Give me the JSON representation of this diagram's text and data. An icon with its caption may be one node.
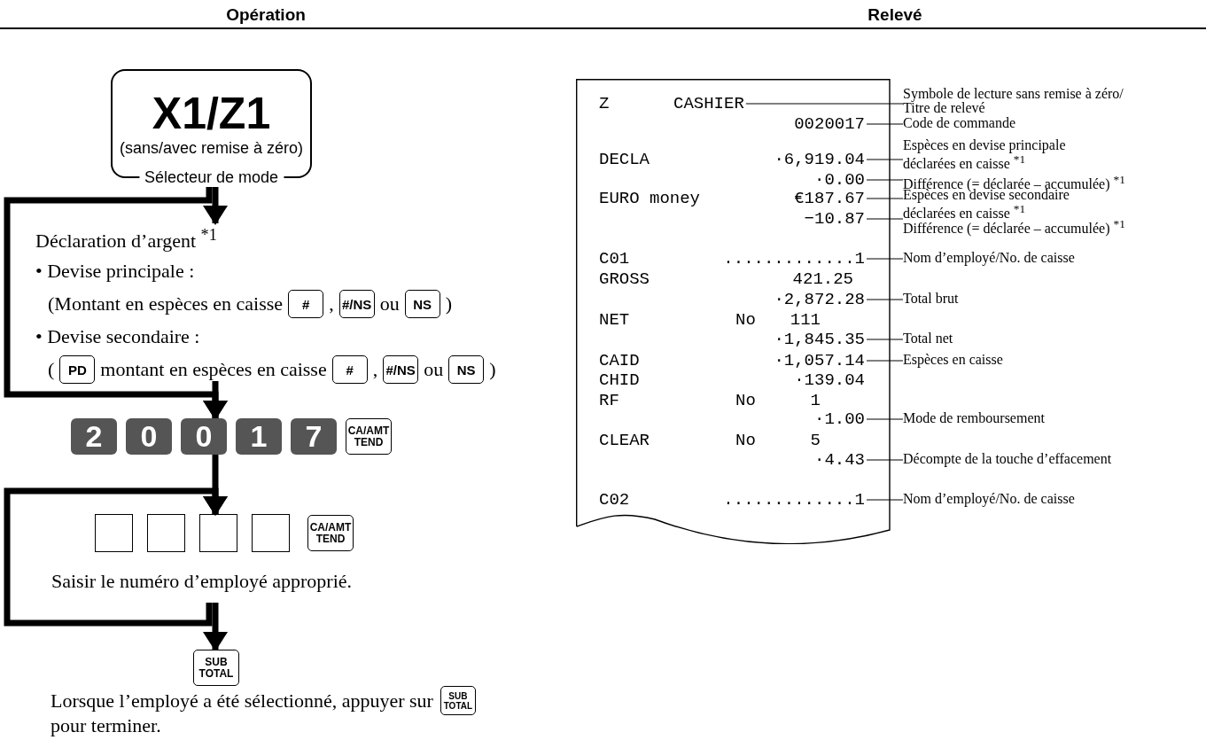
{
  "diagram": {
    "nodes": [
      {
        "text": [
          "X1/Z1",
          "(sans/avec remise à zéro)",
          "Sélecteur de mode"
        ]
      },
      {
        "text": [
          "Déclaration d’argent $^{*1}$",
          "• Devise principale :",
          "(Montant en espèces en caisse",
          ",",
          "ou",
          ")",
          "• Devise secondaire :",
          "(",
          "montant en espèces en caisse",
          ",",
          "ou",
          ")"
        ]
      },
      {
        "text": [
          "#"
        ],
        "in": 1
      },
      {
        "text": [
          "#/NS"
        ],
        "in": 1
      },
      {
        "text": [
          "NS"
        ],
        "in": 1
      },
      {
        "text": [
          "PD"
        ],
        "in": 1
      },
      {
        "text": [
          "#"
        ],
        "in": 1
      },
      {
        "text": [
          "#/NS"
        ],
        "in": 1
      },
      {
        "text": [
          "NS"
        ],
        "in": 1
      },
      {
        "text": [
          "2"
        ]
      },
      {
        "text": [
          "0"
        ]
      },
      {
        "text": [
          "0"
        ]
      },
      {
        "text": [
          "1"
        ]
      },
      {
        "text": [
          "7"
        ]
      },
      {
        "text": [
          "CA/AMT TEND"
        ]
      },
      {
        "text": [
          "Saisir le numéro d’employé approprié."
        ]
      },
      {
        "text": [],
        "shape": "box",
        "in": 15
      },
      {
        "text": [],
        "shape": "box",
        "in": 15
      },
      {
        "text": [],
        "shape": "box",
        "in": 15
      },
      {
        "text": [],
        "shape": "box",
        "in": 15
      },
      {
        "text": [
          "CA/AMT TEND"
        ],
        "in": 15
      },
      {
        "text": [
          "SUB TOTAL"
        ]
      },
      {
        "text": [
          "Lorsque l’employé a été sélectionné, appuyer sur",
          "pour terminer."
        ]
      },
      {
        "text": [
          "SUB TOTAL"
        ],
        "in": 22
      },
      {
        "text": [],
        "shape": "box"
      },
      {
        "text": [
          "Z",
          "CASHIER"
        ],
        "in": 24
      },
      {
        "text": [
          "0020017"
        ],
        "in": 24
      },
      {
        "text": [
          "DECLA",
          "·6,919.04"
        ],
        "in": 24
      },
      {
        "text": [
          "·0.00"
        ],
        "in": 24
      },
      {
        "text": [
          "EURO money",
          "€187.67"
        ],
        "in": 24
      },
      {
        "text": [
          "−10.87"
        ],
        "in": 24
      },
      {
        "text": [
          "C01",
          ".............1"
        ],
        "in": 24
      },
      {
        "text": [
          "GROSS",
          "421.25"
        ],
        "in": 24
      },
      {
        "text": [
          "·2,872.28"
        ],
        "in": 24
      },
      {
        "text": [
          "NET",
          "No",
          "111"
        ],
        "in": 24
      },
      {
        "text": [
          "·1,845.35"
        ],
        "in": 24
      },
      {
        "text": [
          "CAID",
          "·1,057.14"
        ],
        "in": 24
      },
      {
        "text": [
          "CHID",
          "·139.04"
        ],
        "in": 24
      },
      {
        "text": [
          "RF",
          "No",
          "1"
        ],
        "in": 24
      },
      {
        "text": [
          "·1.00"
        ],
        "in": 24
      },
      {
        "text": [
          "CLEAR",
          "No",
          "5"
        ],
        "in": 24
      },
      {
        "text": [
          "·4.43"
        ],
        "in": 24
      },
      {
        "text": [
          "C02",
          ".............1"
        ],
        "in": 24
      },
      {
        "text": [
          "Symbole de lecture sans remise à zéro/ Titre de relevé"
        ]
      },
      {
        "text": [
          "Code de commande"
        ]
      },
      {
        "text": [
          "Espèces en devise principale déclarées en caisse $^{*1}$"
        ]
      },
      {
        "text": [
          "Différence (= déclarée – accumulée) $^{*1}$"
        ]
      },
      {
        "text": [
          "Espèces en devise secondaire déclarées en caisse $^{*1}$"
        ]
      },
      {
        "text": [
          "Différence (= déclarée – accumulée) $^{*1}$"
        ]
      },
      {
        "text": [
          "Nom d’employé/No. de caisse"
        ]
      },
      {
        "text": [
          "Total brut"
        ]
      },
      {
        "text": [
          "Total net"
        ]
      },
      {
        "text": [
          "Espèces en caisse"
        ]
      },
      {
        "text": [
          "Mode de remboursement"
        ]
      },
      {
        "text": [
          "Décompte de la touche d’effacement"
        ]
      },
      {
        "text": [
          "Nom d’employé/No. de caisse"
        ]
      }
    ],
    "edges": [
      {
        "from": 0,
        "to": 1,
        "arrow": "to",
        "style": "thick"
      },
      {
        "from": 0,
        "to": 11,
        "arrow": "to",
        "style": "thick"
      },
      {
        "from": 1,
        "to": 11,
        "arrow": "to",
        "style": "thick"
      },
      {
        "from": 11,
        "to": 15,
        "arrow": "to",
        "style": "thick"
      },
      {
        "from": 15,
        "to": 18,
        "arrow": "to",
        "style": "thick"
      },
      {
        "from": 15,
        "to": 21,
        "arrow": "to",
        "style": "thick"
      },
      {
        "from": 43,
        "to": 25,
        "arrow": "none"
      },
      {
        "from": 44,
        "to": 26,
        "arrow": "none"
      },
      {
        "from": 45,
        "to": 27,
        "arrow": "none"
      },
      {
        "from": 46,
        "to": 28,
        "arrow": "none"
      },
      {
        "from": 47,
        "to": 29,
        "arrow": "none"
      },
      {
        "from": 48,
        "to": 30,
        "arrow": "none"
      },
      {
        "from": 49,
        "to": 31,
        "arrow": "none"
      },
      {
        "from": 50,
        "to": 33,
        "arrow": "none"
      },
      {
        "from": 51,
        "to": 35,
        "arrow": "none"
      },
      {
        "from": 52,
        "to": 36,
        "arrow": "none"
      },
      {
        "from": 53,
        "to": 39,
        "arrow": "none"
      },
      {
        "from": 54,
        "to": 41,
        "arrow": "none"
      },
      {
        "from": 55,
        "to": 42,
        "arrow": "none"
      }
    ],
    "labels": [
      "Opération",
      "Relevé"
    ]
  }
}
